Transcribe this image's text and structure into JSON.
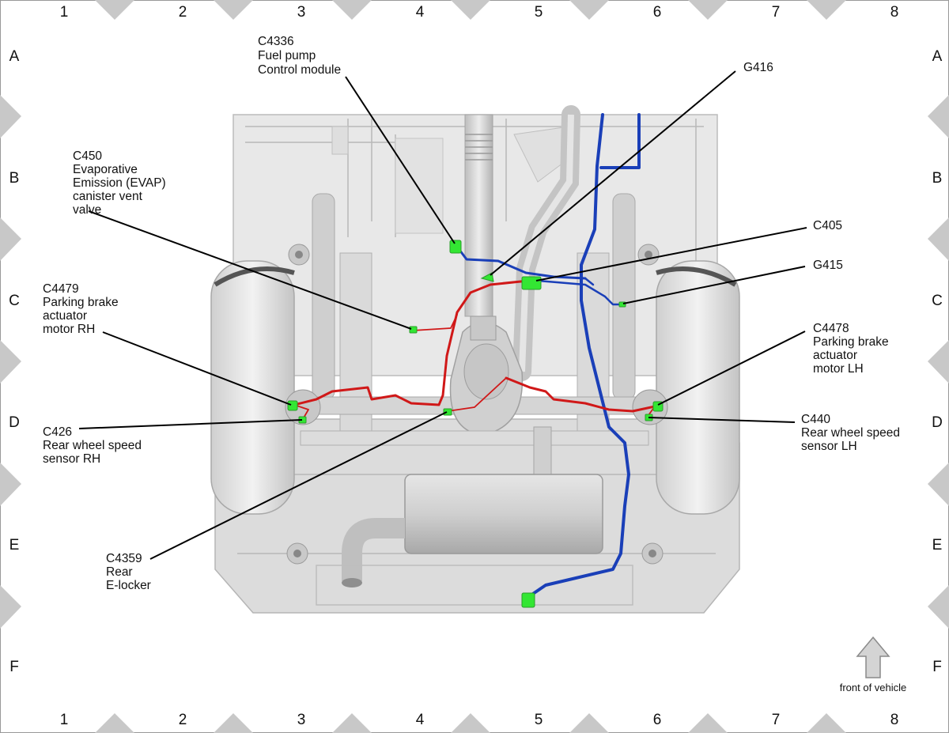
{
  "grid": {
    "columns": [
      "1",
      "2",
      "3",
      "4",
      "5",
      "6",
      "7",
      "8"
    ],
    "rows": [
      "A",
      "B",
      "C",
      "D",
      "E",
      "F"
    ]
  },
  "callouts": {
    "c4336": {
      "lines": [
        "C4336",
        "Fuel pump",
        "Control module"
      ]
    },
    "g416": {
      "lines": [
        "G416"
      ]
    },
    "c450": {
      "lines": [
        "C450",
        "Evaporative",
        "Emission (EVAP)",
        "canister vent",
        "valve"
      ]
    },
    "c405": {
      "lines": [
        "C405"
      ]
    },
    "g415": {
      "lines": [
        "G415"
      ]
    },
    "c4479": {
      "lines": [
        "C4479",
        "Parking brake",
        "actuator",
        "motor RH"
      ]
    },
    "c4478": {
      "lines": [
        "C4478",
        "Parking brake",
        "actuator",
        "motor LH"
      ]
    },
    "c426": {
      "lines": [
        "C426",
        "Rear wheel speed",
        "sensor RH"
      ]
    },
    "c440": {
      "lines": [
        "C440",
        "Rear wheel speed",
        "sensor LH"
      ]
    },
    "c4359": {
      "lines": [
        "C4359",
        "Rear",
        "E-locker"
      ]
    }
  },
  "legend": {
    "front_label": "front of vehicle"
  },
  "colors": {
    "harness_red": "#d01818",
    "harness_blue": "#1a3fb8",
    "connector_green": "#33e633",
    "chassis_gray": "#d9d9d9",
    "border_marker": "#c8c8c8"
  }
}
